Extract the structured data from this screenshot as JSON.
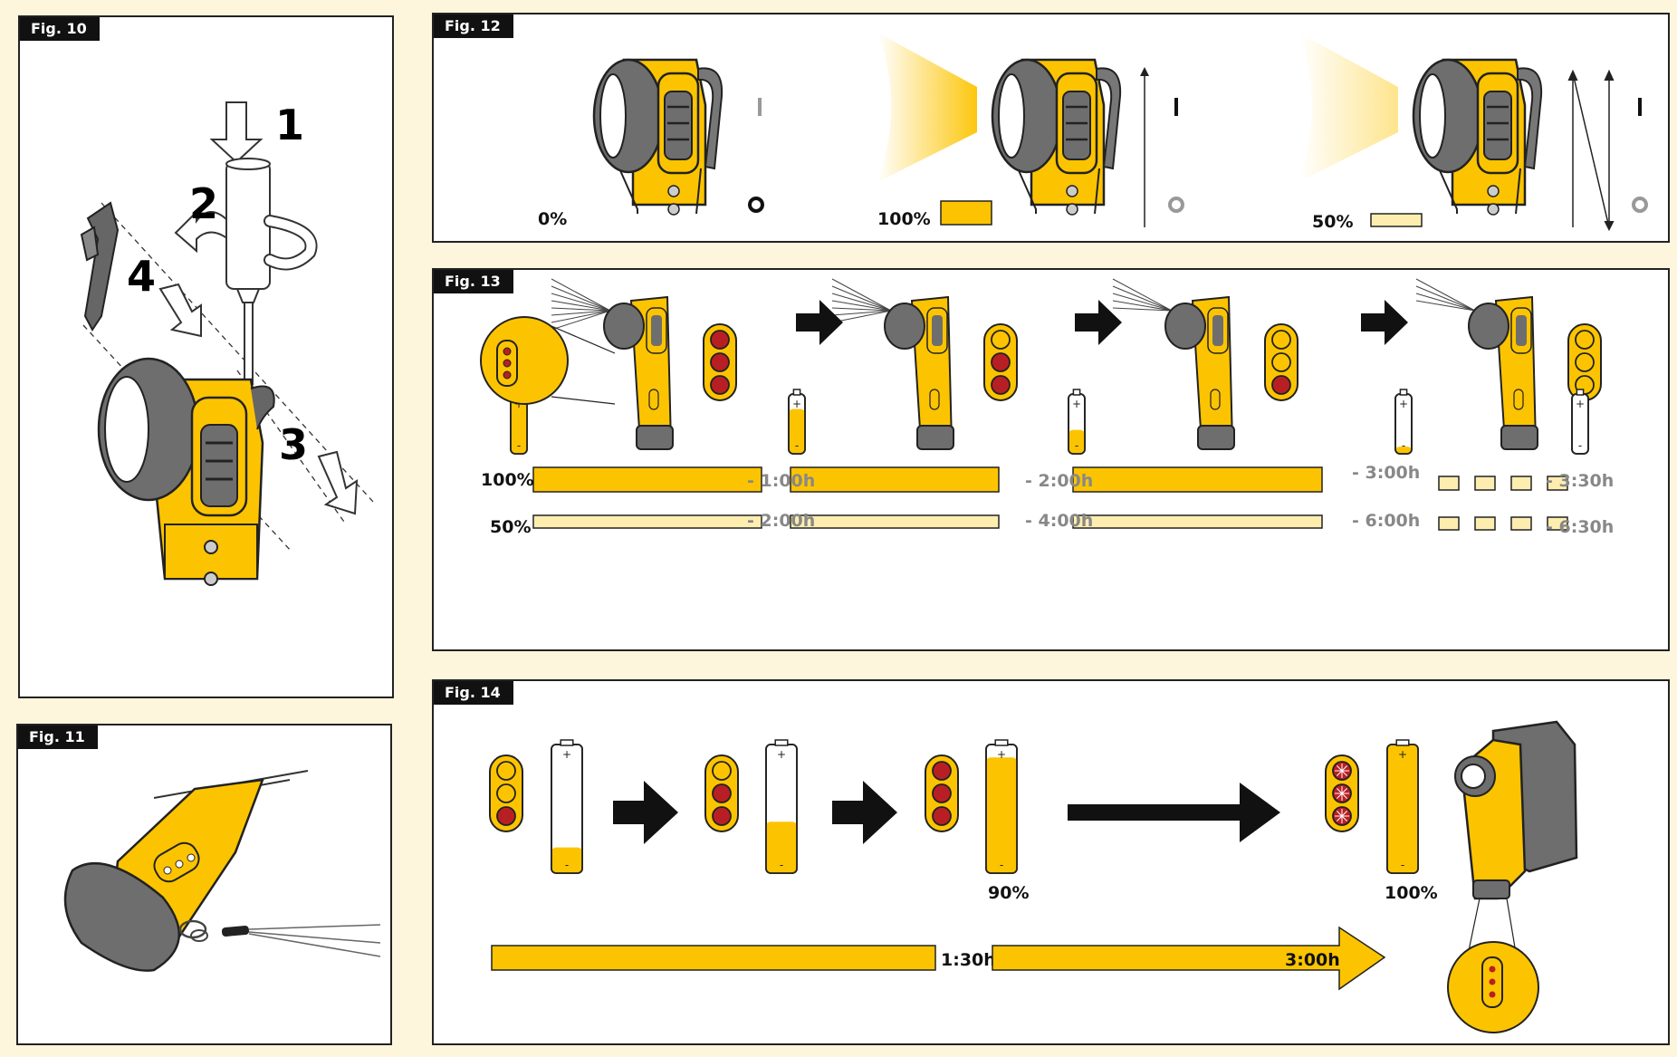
{
  "figures": {
    "fig10": "Fig. 10",
    "fig11": "Fig. 11",
    "fig12": "Fig. 12",
    "fig13": "Fig. 13",
    "fig14": "Fig. 14"
  },
  "fig10": {
    "steps": [
      "1",
      "2",
      "3",
      "4"
    ]
  },
  "fig12": {
    "levels": [
      "0%",
      "100%",
      "50%"
    ],
    "switch_on": "I",
    "switch_off": "O"
  },
  "fig13": {
    "row_full": {
      "label": "100%",
      "times": [
        "- 1:00h",
        "- 2:00h",
        "- 3:00h",
        "- 3:30h"
      ]
    },
    "row_half": {
      "label": "50%",
      "times": [
        "- 2:00h",
        "- 4:00h",
        "- 6:00h",
        "- 6:30h"
      ]
    },
    "indicator_lit": [
      3,
      2,
      1,
      0
    ],
    "battery_fill": [
      1.0,
      0.75,
      0.4,
      0.12,
      0.0
    ],
    "battery_plus": "+",
    "battery_minus": "-"
  },
  "fig14": {
    "charge_labels": [
      "90%",
      "100%"
    ],
    "battery_fill": [
      0.2,
      0.4,
      0.9,
      1.0
    ],
    "timeline": [
      "1:30h",
      "3:00h"
    ],
    "battery_plus": "+",
    "battery_minus": "-"
  },
  "colors": {
    "yellow": "#fcc400",
    "pale_yellow": "#fdeeb0",
    "red": "#b81f24",
    "gray": "#6e6e6e",
    "background": "#fdf6dc"
  }
}
